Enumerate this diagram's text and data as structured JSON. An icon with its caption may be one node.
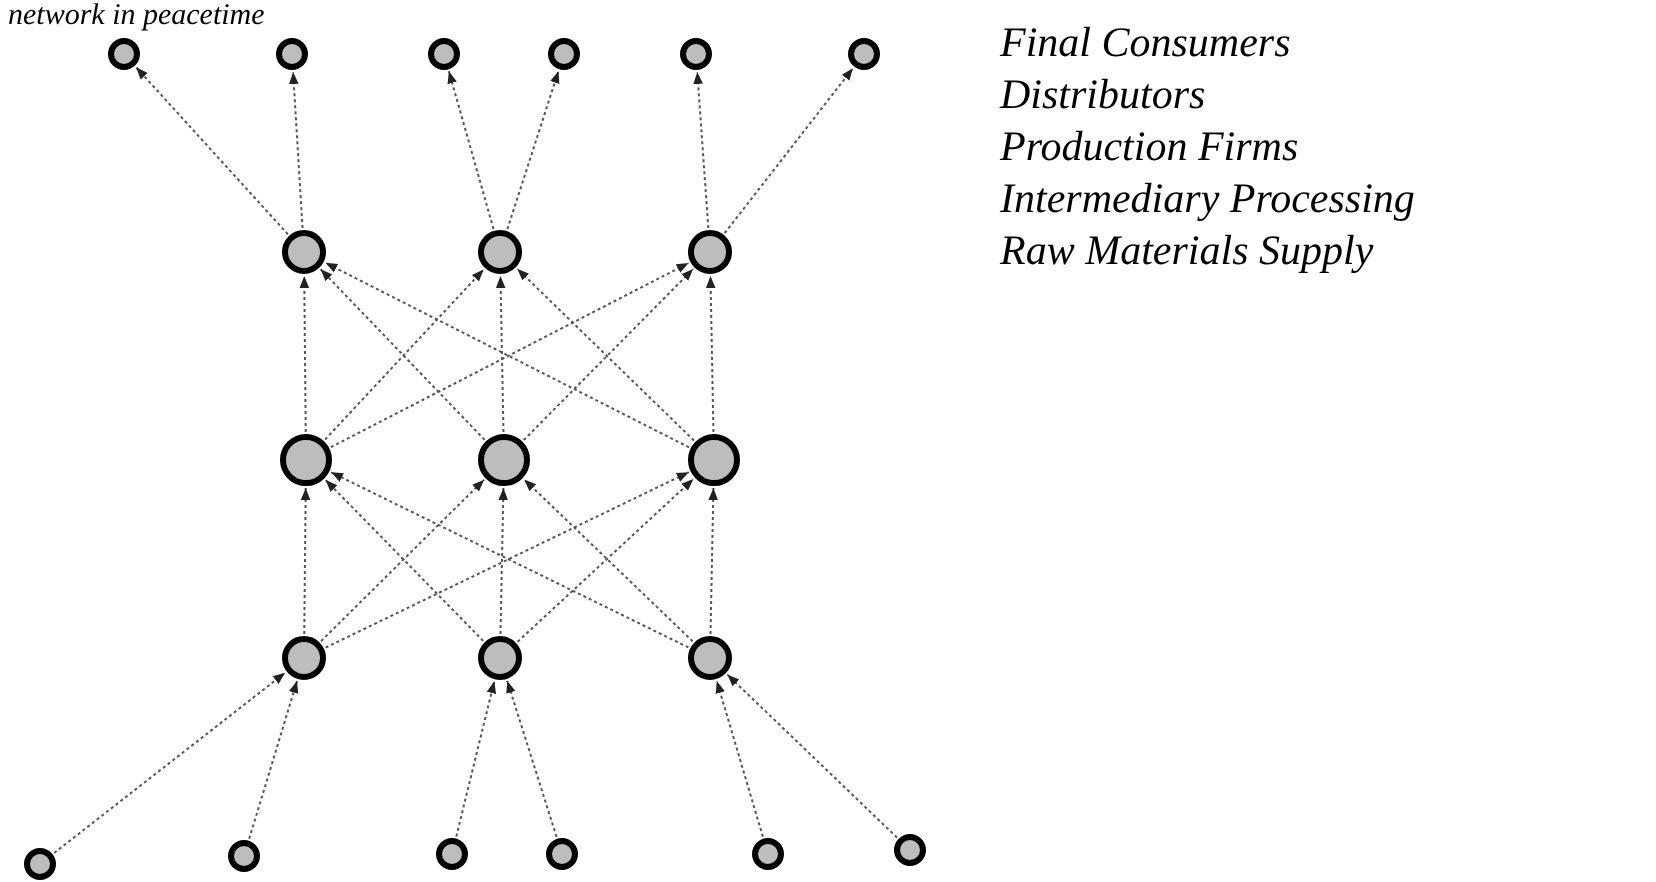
{
  "diagram": {
    "title": "network in peacetime",
    "nodes": [
      {
        "text": [],
        "shape": "circle"
      },
      {
        "text": [],
        "shape": "circle"
      },
      {
        "text": [],
        "shape": "circle"
      },
      {
        "text": [],
        "shape": "circle"
      },
      {
        "text": [],
        "shape": "circle"
      },
      {
        "text": [],
        "shape": "circle"
      },
      {
        "text": [],
        "shape": "circle"
      },
      {
        "text": [],
        "shape": "circle"
      },
      {
        "text": [],
        "shape": "circle"
      },
      {
        "text": [],
        "shape": "circle"
      },
      {
        "text": [],
        "shape": "circle"
      },
      {
        "text": [],
        "shape": "circle"
      },
      {
        "text": [],
        "shape": "circle"
      },
      {
        "text": [],
        "shape": "circle"
      },
      {
        "text": [],
        "shape": "circle"
      },
      {
        "text": [],
        "shape": "circle"
      },
      {
        "text": [],
        "shape": "circle"
      },
      {
        "text": [],
        "shape": "circle"
      },
      {
        "text": [],
        "shape": "circle"
      },
      {
        "text": [],
        "shape": "circle"
      },
      {
        "text": [],
        "shape": "circle"
      }
    ],
    "edges": [
      {
        "from": 6,
        "to": 0,
        "arrow": "to"
      },
      {
        "from": 6,
        "to": 1,
        "arrow": "to"
      },
      {
        "from": 7,
        "to": 2,
        "arrow": "to"
      },
      {
        "from": 7,
        "to": 3,
        "arrow": "to"
      },
      {
        "from": 8,
        "to": 4,
        "arrow": "to"
      },
      {
        "from": 8,
        "to": 5,
        "arrow": "to"
      },
      {
        "from": 9,
        "to": 6,
        "arrow": "to"
      },
      {
        "from": 9,
        "to": 7,
        "arrow": "to"
      },
      {
        "from": 9,
        "to": 8,
        "arrow": "to"
      },
      {
        "from": 10,
        "to": 6,
        "arrow": "to"
      },
      {
        "from": 10,
        "to": 7,
        "arrow": "to"
      },
      {
        "from": 10,
        "to": 8,
        "arrow": "to"
      },
      {
        "from": 11,
        "to": 6,
        "arrow": "to"
      },
      {
        "from": 11,
        "to": 7,
        "arrow": "to"
      },
      {
        "from": 11,
        "to": 8,
        "arrow": "to"
      },
      {
        "from": 12,
        "to": 9,
        "arrow": "to"
      },
      {
        "from": 12,
        "to": 10,
        "arrow": "to"
      },
      {
        "from": 12,
        "to": 11,
        "arrow": "to"
      },
      {
        "from": 13,
        "to": 9,
        "arrow": "to"
      },
      {
        "from": 13,
        "to": 10,
        "arrow": "to"
      },
      {
        "from": 13,
        "to": 11,
        "arrow": "to"
      },
      {
        "from": 14,
        "to": 9,
        "arrow": "to"
      },
      {
        "from": 14,
        "to": 10,
        "arrow": "to"
      },
      {
        "from": 14,
        "to": 11,
        "arrow": "to"
      },
      {
        "from": 15,
        "to": 12,
        "arrow": "to"
      },
      {
        "from": 16,
        "to": 12,
        "arrow": "to"
      },
      {
        "from": 17,
        "to": 13,
        "arrow": "to"
      },
      {
        "from": 18,
        "to": 13,
        "arrow": "to"
      },
      {
        "from": 19,
        "to": 14,
        "arrow": "to"
      },
      {
        "from": 20,
        "to": 14,
        "arrow": "to"
      }
    ],
    "labels": [
      "Final Consumers",
      "Distributors",
      "Production Firms",
      "Intermediary Processing",
      "Raw Materials Supply"
    ]
  }
}
